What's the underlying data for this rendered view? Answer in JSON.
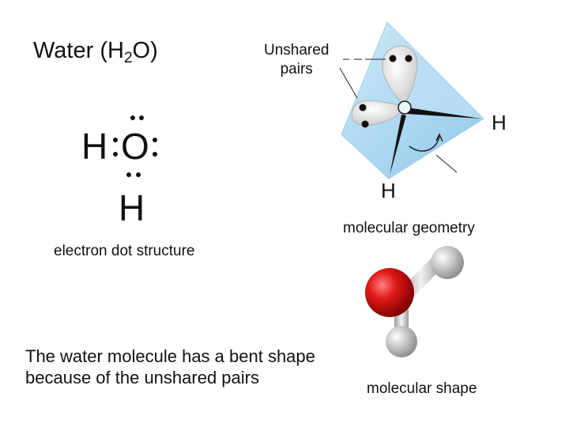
{
  "title": {
    "prefix": "Water (H",
    "subscript": "2",
    "suffix": "O)"
  },
  "callout": {
    "line1": "Unshared",
    "line2": "pairs"
  },
  "lewis": {
    "atom_h_left": "H",
    "atom_o": "O",
    "atom_h_bottom": "H"
  },
  "labels": {
    "electron_dot": "electron dot structure",
    "molecular_geometry": "molecular geometry",
    "molecular_shape": "molecular shape",
    "geom_h_right": "H",
    "geom_h_bottom": "H"
  },
  "caption": {
    "line1": "The water molecule has a bent shape",
    "line2": "because of the unshared pairs"
  },
  "colors": {
    "tetrahedron": "#a9d6f0",
    "oxygen": "#e01818",
    "hydrogen": "#d8d8d8"
  }
}
